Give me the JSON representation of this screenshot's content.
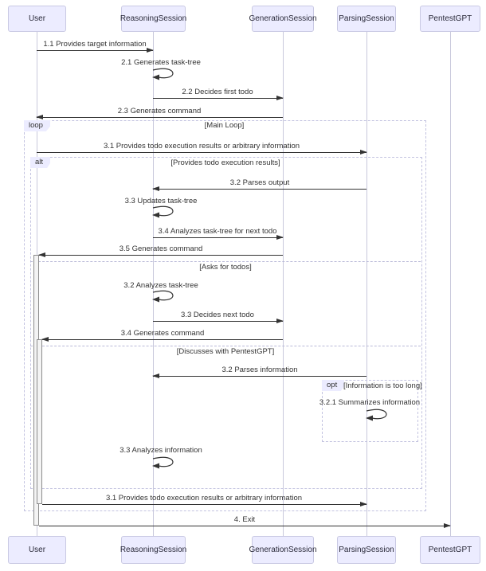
{
  "diagram_type": "uml-sequence",
  "actors": [
    {
      "name": "User"
    },
    {
      "name": "ReasoningSession"
    },
    {
      "name": "GenerationSession"
    },
    {
      "name": "ParsingSession"
    },
    {
      "name": "PentestGPT"
    }
  ],
  "messages": [
    {
      "label": "1.1 Provides target information",
      "from": "User",
      "to": "ReasoningSession"
    },
    {
      "label": "2.1 Generates task-tree",
      "from": "ReasoningSession",
      "to": "ReasoningSession"
    },
    {
      "label": "2.2 Decides first todo",
      "from": "ReasoningSession",
      "to": "GenerationSession"
    },
    {
      "label": "2.3 Generates command",
      "from": "GenerationSession",
      "to": "User"
    },
    {
      "label": "3.1 Provides todo execution results or arbitrary information",
      "from": "User",
      "to": "ParsingSession"
    },
    {
      "label": "3.2 Parses output",
      "from": "ParsingSession",
      "to": "ReasoningSession"
    },
    {
      "label": "3.3 Updates task-tree",
      "from": "ReasoningSession",
      "to": "ReasoningSession"
    },
    {
      "label": "3.4 Analyzes task-tree for next todo",
      "from": "ReasoningSession",
      "to": "GenerationSession"
    },
    {
      "label": "3.5 Generates command",
      "from": "GenerationSession",
      "to": "User"
    },
    {
      "label": "3.2 Analyzes task-tree",
      "from": "ReasoningSession",
      "to": "ReasoningSession"
    },
    {
      "label": "3.3 Decides next todo",
      "from": "ReasoningSession",
      "to": "GenerationSession"
    },
    {
      "label": "3.4 Generates command",
      "from": "GenerationSession",
      "to": "User"
    },
    {
      "label": "3.2 Parses information",
      "from": "ParsingSession",
      "to": "ReasoningSession"
    },
    {
      "label": "3.2.1 Summarizes information",
      "from": "ParsingSession",
      "to": "ParsingSession"
    },
    {
      "label": "3.3 Analyzes information",
      "from": "ReasoningSession",
      "to": "ReasoningSession"
    },
    {
      "label": "3.1 Provides todo execution results or arbitrary information",
      "from": "User",
      "to": "ParsingSession"
    },
    {
      "label": "4. Exit",
      "from": "User",
      "to": "PentestGPT"
    }
  ],
  "fragments": {
    "loop": {
      "keyword": "loop",
      "condition": "[Main Loop]"
    },
    "alt": {
      "keyword": "alt",
      "condition": "[Provides todo execution results]",
      "divider1": "[Asks for todos]",
      "divider2": "[Discusses with PentestGPT]"
    },
    "opt": {
      "keyword": "opt",
      "condition": "[Information is too long]"
    }
  },
  "colors": {
    "actor_fill": "#ECECFF",
    "actor_border": "#C9C9E3",
    "lifeline": "#C9C9DC",
    "arrow": "#333333",
    "fragment_border": "#C3C3E0",
    "activation_fill": "#F4F4F4",
    "activation_border": "#8C8C8C",
    "text": "#333333"
  }
}
